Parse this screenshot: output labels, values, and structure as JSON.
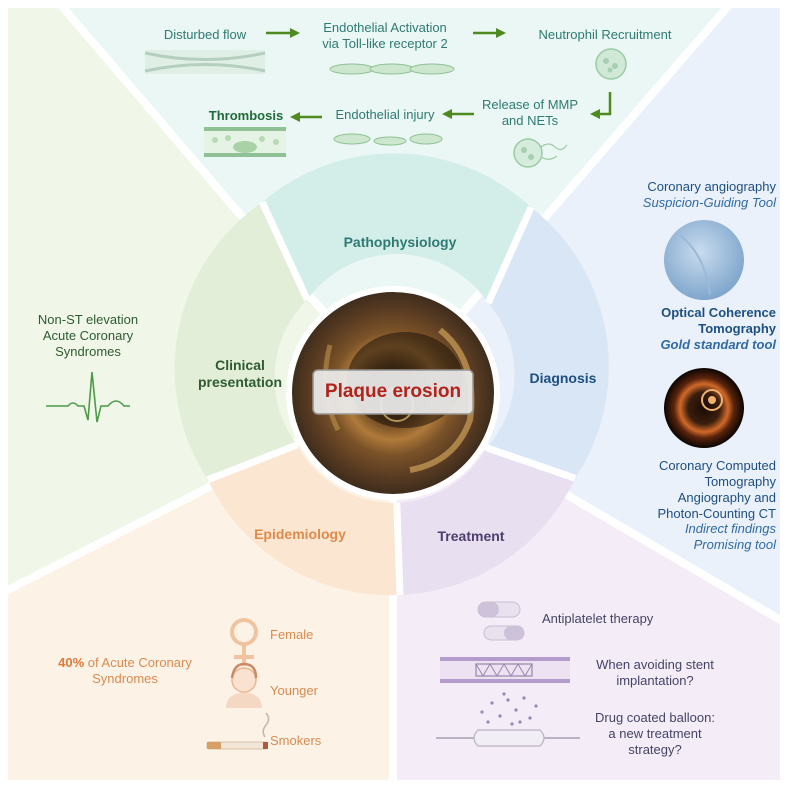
{
  "center": {
    "label": "Plaque erosion"
  },
  "ring": {
    "pathophysiology": "Pathophysiology",
    "clinical_line1": "Clinical",
    "clinical_line2": "presentation",
    "diagnosis": "Diagnosis",
    "epidemiology": "Epidemiology",
    "treatment": "Treatment"
  },
  "pathophysiology": {
    "step1": "Disturbed flow",
    "step2_line1": "Endothelial Activation",
    "step2_line2": "via Toll-like receptor 2",
    "step3": "Neutrophil Recruitment",
    "step4_line1": "Release of MMP",
    "step4_line2": "and NETs",
    "step5": "Endothelial injury",
    "step6": "Thrombosis"
  },
  "diagnosis": {
    "angio_line1": "Coronary angiography",
    "angio_line2": "Suspicion-Guiding Tool",
    "oct_line1": "Optical Coherence",
    "oct_line2": "Tomography",
    "oct_line3": "Gold standard tool",
    "ct_line1": "Coronary Computed",
    "ct_line2": "Tomography",
    "ct_line3": "Angiography and",
    "ct_line4": "Photon-Counting CT",
    "ct_line5": "Indirect findings",
    "ct_line6": "Promising tool"
  },
  "clinical": {
    "line1": "Non-ST elevation",
    "line2": "Acute Coronary",
    "line3": "Syndromes"
  },
  "epidemiology": {
    "pct": "40%",
    "pct_rest": " of Acute Coronary",
    "line2": "Syndromes",
    "female": "Female",
    "younger": "Younger",
    "smokers": "Smokers"
  },
  "treatment": {
    "antiplatelet": "Antiplatelet therapy",
    "stent_line1": "When avoiding stent",
    "stent_line2": "implantation?",
    "dcb_line1": "Drug coated balloon:",
    "dcb_line2": "a new treatment",
    "dcb_line3": "strategy?"
  }
}
